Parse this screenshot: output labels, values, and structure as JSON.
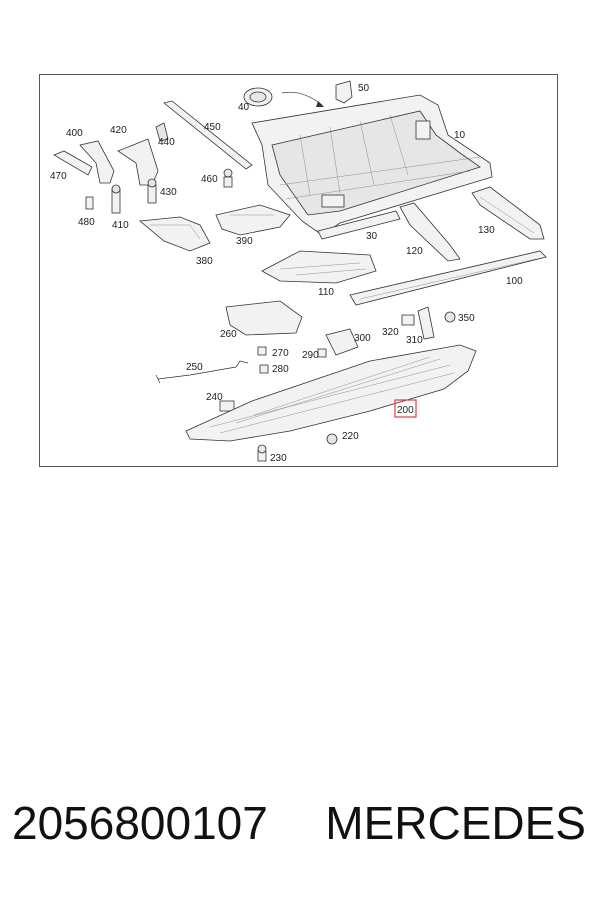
{
  "diagram": {
    "highlight_color": "#e04040",
    "highlighted_label": "200",
    "labels": {
      "p40": "40",
      "p50": "50",
      "p10": "10",
      "p400": "400",
      "p420": "420",
      "p440": "440",
      "p450": "450",
      "p470": "470",
      "p460": "460",
      "p430": "430",
      "p480": "480",
      "p410": "410",
      "p390": "390",
      "p380": "380",
      "p30": "30",
      "p120": "120",
      "p130": "130",
      "p110": "110",
      "p100": "100",
      "p260": "260",
      "p300": "300",
      "p270": "270",
      "p290": "290",
      "p320": "320",
      "p350": "350",
      "p310": "310",
      "p250": "250",
      "p280": "280",
      "p240": "240",
      "p200": "200",
      "p220": "220",
      "p230": "230"
    }
  },
  "caption": {
    "part_number": "2056800107",
    "brand": "MERCEDES"
  }
}
